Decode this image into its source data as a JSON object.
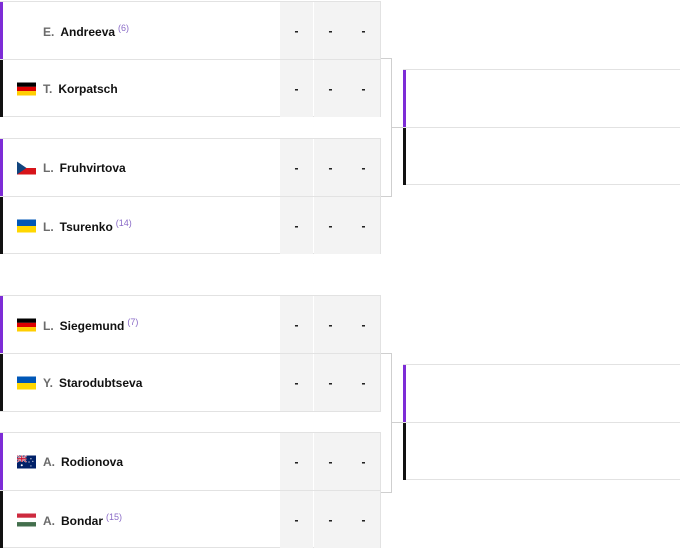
{
  "matches": [
    {
      "players": [
        {
          "initial": "E.",
          "surname": "Andreeva",
          "seed": "(6)",
          "flag": "none",
          "scores": [
            "-",
            "-",
            "-"
          ]
        },
        {
          "initial": "T.",
          "surname": "Korpatsch",
          "seed": "",
          "flag": "germany-flag",
          "scores": [
            "-",
            "-",
            "-"
          ]
        }
      ]
    },
    {
      "players": [
        {
          "initial": "L.",
          "surname": "Fruhvirtova",
          "seed": "",
          "flag": "czech-flag",
          "scores": [
            "-",
            "-",
            "-"
          ]
        },
        {
          "initial": "L.",
          "surname": "Tsurenko",
          "seed": "(14)",
          "flag": "ukraine-flag",
          "scores": [
            "-",
            "-",
            "-"
          ]
        }
      ]
    },
    {
      "players": [
        {
          "initial": "L.",
          "surname": "Siegemund",
          "seed": "(7)",
          "flag": "germany-flag",
          "scores": [
            "-",
            "-",
            "-"
          ]
        },
        {
          "initial": "Y.",
          "surname": "Starodubtseva",
          "seed": "",
          "flag": "ukraine-flag",
          "scores": [
            "-",
            "-",
            "-"
          ]
        }
      ]
    },
    {
      "players": [
        {
          "initial": "A.",
          "surname": "Rodionova",
          "seed": "",
          "flag": "australia-flag",
          "scores": [
            "-",
            "-",
            "-"
          ]
        },
        {
          "initial": "A.",
          "surname": "Bondar",
          "seed": "(15)",
          "flag": "hungary-flag",
          "scores": [
            "-",
            "-",
            "-"
          ]
        }
      ]
    }
  ],
  "colors": {
    "accent_purple": "#7d2cd6",
    "accent_black": "#111111",
    "score_bg": "#f3f3f3"
  }
}
